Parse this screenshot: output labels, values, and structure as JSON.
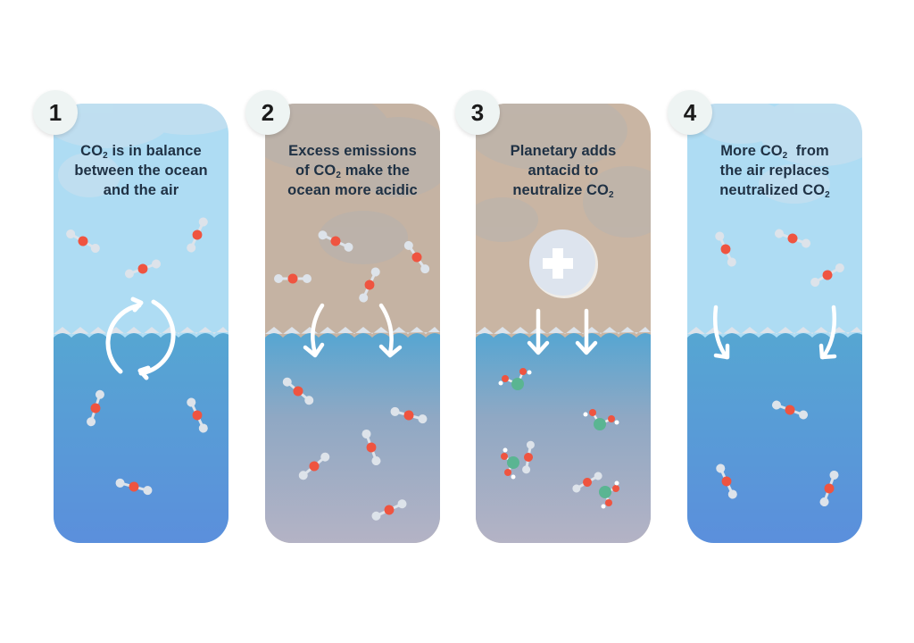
{
  "colors": {
    "sky": "#aedcf3",
    "smog": "#c5b3a3",
    "ocean_top": "#56a6d2",
    "ocean_bottom_clean": "#5b8fdc",
    "ocean_bottom_acidic": "#b4b3c5",
    "oxygen_atom": "#ef5440",
    "carbon_atom": "#dde3ea",
    "neutralized_center": "#5ab592",
    "text": "#1f3144",
    "badge_bg": "#eef4f3"
  },
  "panels": [
    {
      "number": "1",
      "caption_lines": [
        {
          "pre": "CO",
          "sub": "2",
          "post": " is in balance"
        },
        {
          "pre": "between the ocean",
          "sub": "",
          "post": ""
        },
        {
          "pre": "and the air",
          "sub": "",
          "post": ""
        }
      ],
      "sky": "clear",
      "ocean": "clean",
      "icon": "cycle-arrows"
    },
    {
      "number": "2",
      "caption_lines": [
        {
          "pre": "Excess emissions",
          "sub": "",
          "post": ""
        },
        {
          "pre": "of CO",
          "sub": "2",
          "post": " make the"
        },
        {
          "pre": "ocean more acidic",
          "sub": "",
          "post": ""
        }
      ],
      "sky": "smoggy",
      "ocean": "acidic",
      "icon": "curved-down-arrows"
    },
    {
      "number": "3",
      "caption_lines": [
        {
          "pre": "Planetary adds",
          "sub": "",
          "post": ""
        },
        {
          "pre": "antacid to",
          "sub": "",
          "post": ""
        },
        {
          "pre": "neutralize CO",
          "sub": "2",
          "post": ""
        }
      ],
      "sky": "smoggy",
      "ocean": "acidic",
      "icon": "antacid-plus-tablet"
    },
    {
      "number": "4",
      "caption_lines": [
        {
          "pre": "More CO",
          "sub": "2",
          "post": "  from"
        },
        {
          "pre": "the air replaces",
          "sub": "",
          "post": ""
        },
        {
          "pre": "neutralized CO",
          "sub": "2",
          "post": ""
        }
      ],
      "sky": "clear",
      "ocean": "clean",
      "icon": "curved-down-arrows"
    }
  ]
}
